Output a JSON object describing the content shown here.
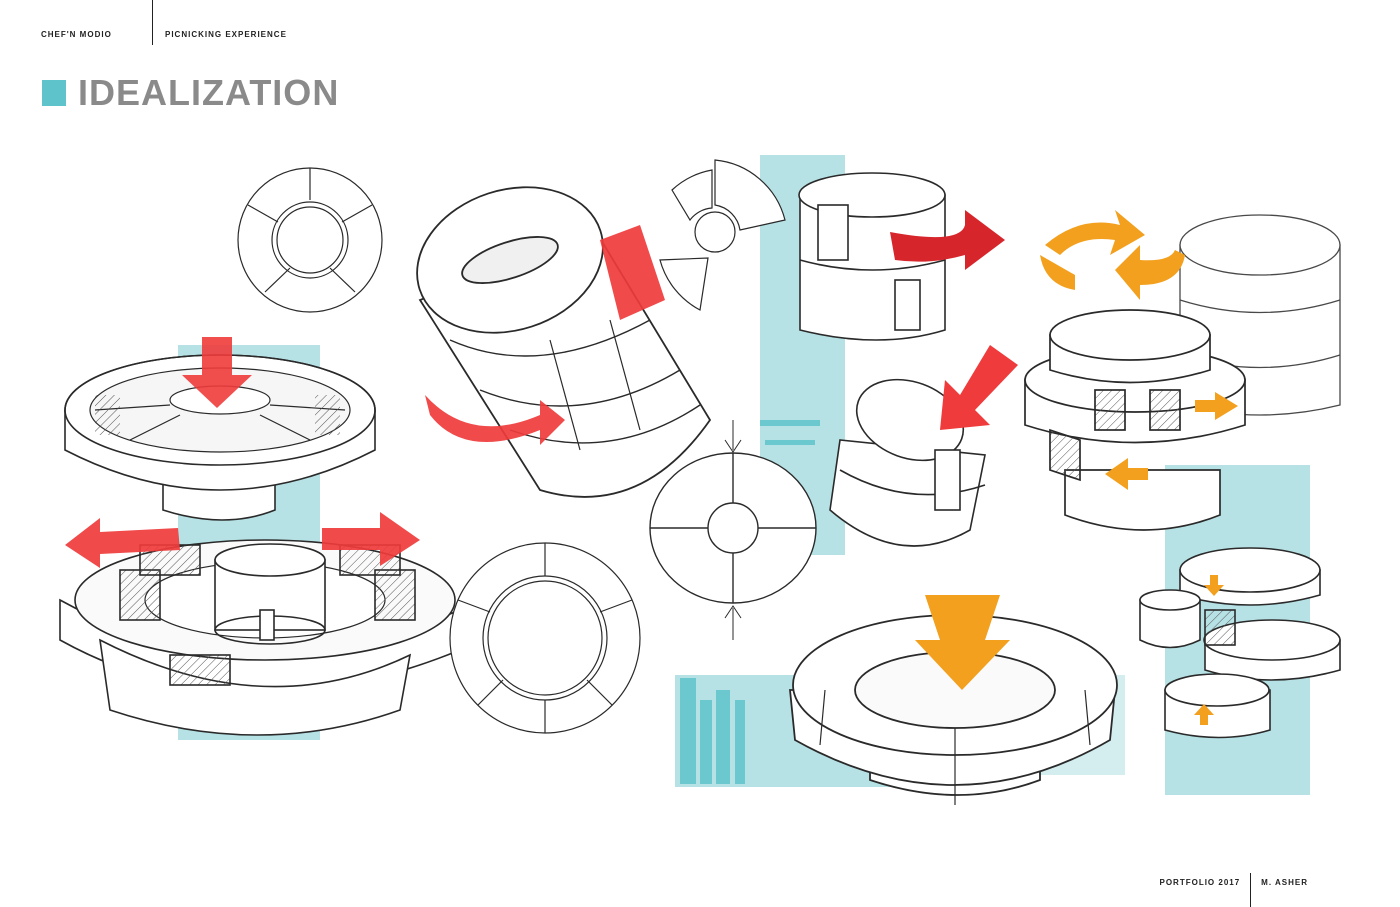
{
  "header": {
    "project": "CHEF'N MODIO",
    "section": "PICNICKING EXPERIENCE"
  },
  "title": "IDEALIZATION",
  "footer": {
    "portfolio": "PORTFOLIO 2017",
    "author": "M. ASHER"
  },
  "colors": {
    "accent": "#5ec3ca",
    "accent_light": "#9fd9dd",
    "title_gray": "#8a8a8a",
    "arrow_red": "#ef3b3b",
    "arrow_orange": "#f2a01e",
    "line": "#2a2a2a"
  }
}
